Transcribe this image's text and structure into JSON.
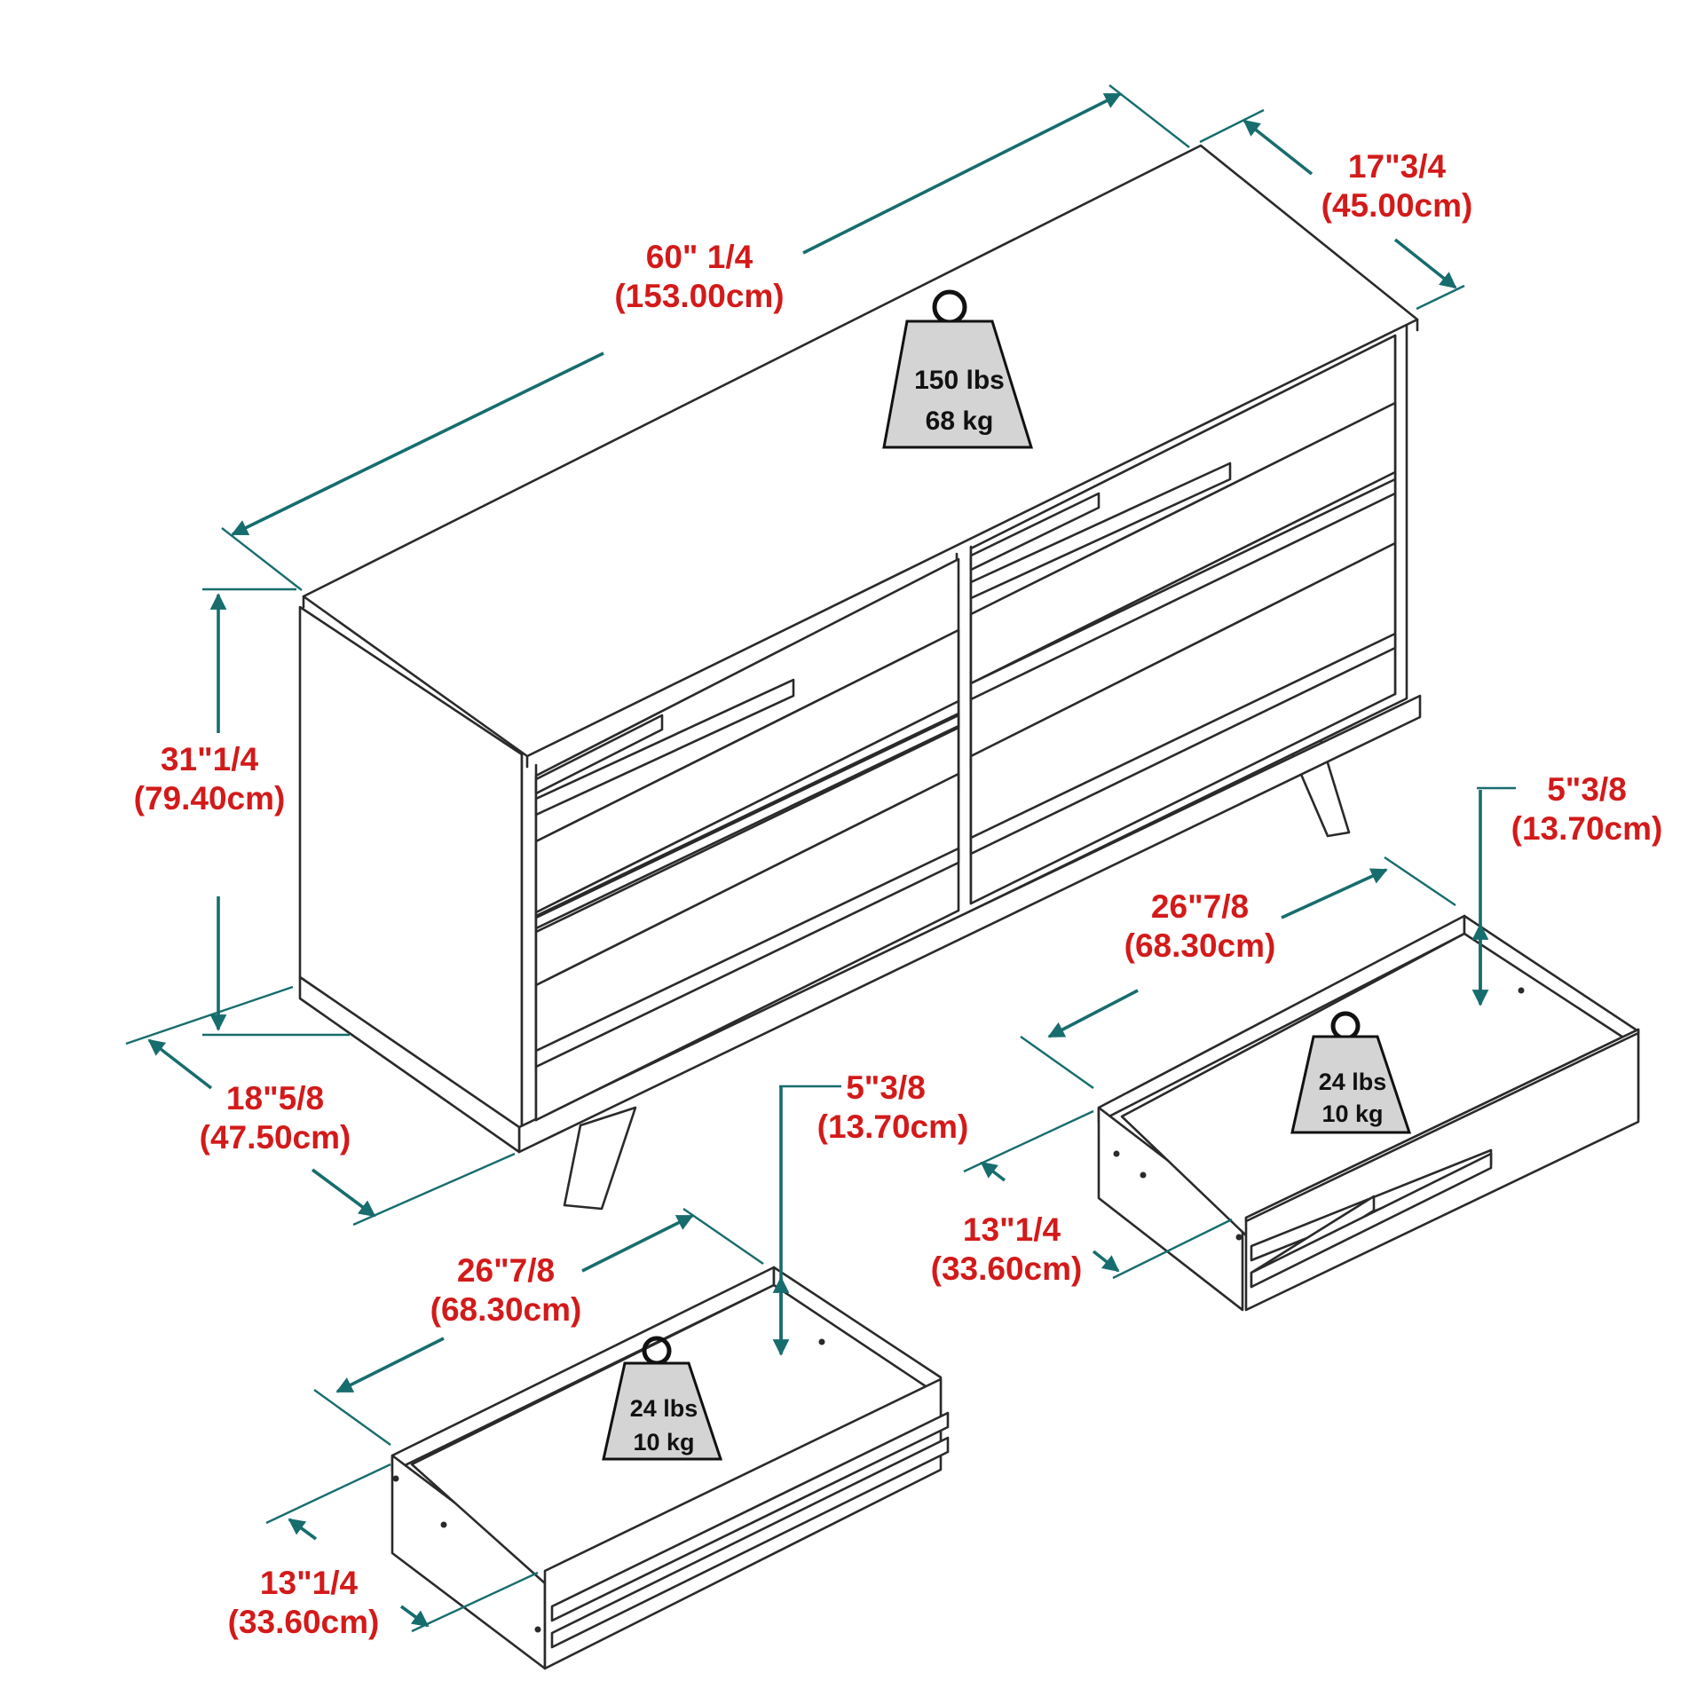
{
  "colors": {
    "dimension_text": "#d31a1a",
    "dimension_line": "#176d6d",
    "outline": "#2a2a2a",
    "weight_fill": "#d4d4d4"
  },
  "dresser": {
    "width": {
      "imperial": "60\" 1/4",
      "metric": "(153.00cm)"
    },
    "depth_top": {
      "imperial": "17\"3/4",
      "metric": "(45.00cm)"
    },
    "height": {
      "imperial": "31\"1/4",
      "metric": "(79.40cm)"
    },
    "depth_bottom": {
      "imperial": "18\"5/8",
      "metric": "(47.50cm)"
    },
    "weight": {
      "lbs": "150 lbs",
      "kg": "68 kg",
      "icon": "weight-icon"
    }
  },
  "drawer_right": {
    "height": {
      "imperial": "5\"3/8",
      "metric": "(13.70cm)"
    },
    "width": {
      "imperial": "26\"7/8",
      "metric": "(68.30cm)"
    },
    "depth": {
      "imperial": "13\"1/4",
      "metric": "(33.60cm)"
    },
    "weight": {
      "lbs": "24 lbs",
      "kg": "10 kg",
      "icon": "weight-icon"
    }
  },
  "drawer_left": {
    "height": {
      "imperial": "5\"3/8",
      "metric": "(13.70cm)"
    },
    "width": {
      "imperial": "26\"7/8",
      "metric": "(68.30cm)"
    },
    "depth": {
      "imperial": "13\"1/4",
      "metric": "(33.60cm)"
    },
    "weight": {
      "lbs": "24 lbs",
      "kg": "10 kg",
      "icon": "weight-icon"
    }
  }
}
